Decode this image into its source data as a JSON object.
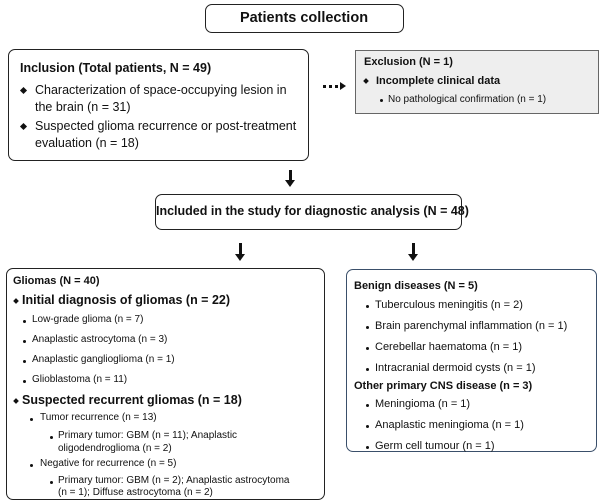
{
  "title": "Patients collection",
  "inclusion": {
    "title": "Inclusion (Total patients, N = 49)",
    "items": [
      {
        "line1": "Characterization of space-occupying lesion in",
        "line2": "the brain (n = 31)"
      },
      {
        "line1": "Suspected glioma recurrence or post-treatment",
        "line2": "evaluation (n = 18)"
      }
    ]
  },
  "exclusion": {
    "title": "Exclusion (N = 1)",
    "item": "Incomplete clinical data",
    "subitem": "No pathological confirmation (n = 1)"
  },
  "included": "Included in the study for diagnostic analysis (N = 48)",
  "gliomas": {
    "title": "Gliomas (N = 40)",
    "initial": {
      "title": "Initial diagnosis of gliomas (n = 22)",
      "items": [
        "Low-grade glioma (n = 7)",
        "Anaplastic astrocytoma (n = 3)",
        "Anaplastic ganglioglioma (n = 1)",
        "Glioblastoma (n = 11)"
      ]
    },
    "recurrent": {
      "title": "Suspected recurrent gliomas (n = 18)",
      "tumor": {
        "label": "Tumor recurrence (n = 13)",
        "line1": "Primary tumor: GBM (n = 11); Anaplastic",
        "line2": "oligodendroglioma (n = 2)"
      },
      "negative": {
        "label": "Negative for recurrence (n = 5)",
        "line1": "Primary tumor: GBM (n = 2); Anaplastic astrocytoma",
        "line2": "(n = 1); Diffuse astrocytoma (n = 2)"
      }
    }
  },
  "benign": {
    "title": "Benign diseases (N = 5)",
    "items": [
      "Tuberculous meningitis (n = 2)",
      "Brain parenchymal inflammation (n = 1)",
      "Cerebellar haematoma (n = 1)",
      "Intracranial dermoid cysts (n = 1)"
    ],
    "other_title": "Other primary CNS  disease (n = 3)",
    "other_items": [
      "Meningioma (n = 1)",
      "Anaplastic meningioma (n = 1)",
      "Germ cell tumour (n = 1)"
    ]
  }
}
